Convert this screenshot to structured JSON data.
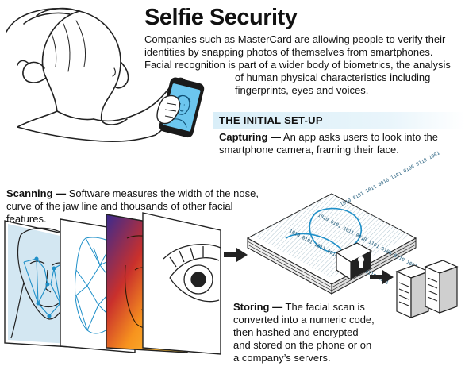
{
  "title": "Selfie Security",
  "intro": {
    "line1": "Companies such as MasterCard are allowing people to verify their identities by snapping photos of themselves from smartphones. Facial recognition is part of a wider body of biometrics, the analysis",
    "line2": "of human physical characteristics including fingerprints, eyes and voices."
  },
  "section_heading": "THE INITIAL SET-UP",
  "steps": {
    "capturing": {
      "label": "Capturing —",
      "text": "An app asks users to look into the smartphone camera, framing their face."
    },
    "scanning": {
      "label": "Scanning —",
      "text": "Software measures the width of the nose, curve of the jaw line and thousands of other facial features."
    },
    "storing": {
      "label": "Storing —",
      "text": "The facial scan is converted into a numeric code, then hashed and encrypted and stored on the phone or on a company’s servers."
    }
  },
  "binary_text": "1010 0101 1011 0010 1101 0100 0110 1001",
  "colors": {
    "accent_blue": "#1e8fc8",
    "light_blue": "#d9eef8",
    "orange": "#f27a1e",
    "purple": "#5a3aa8"
  }
}
